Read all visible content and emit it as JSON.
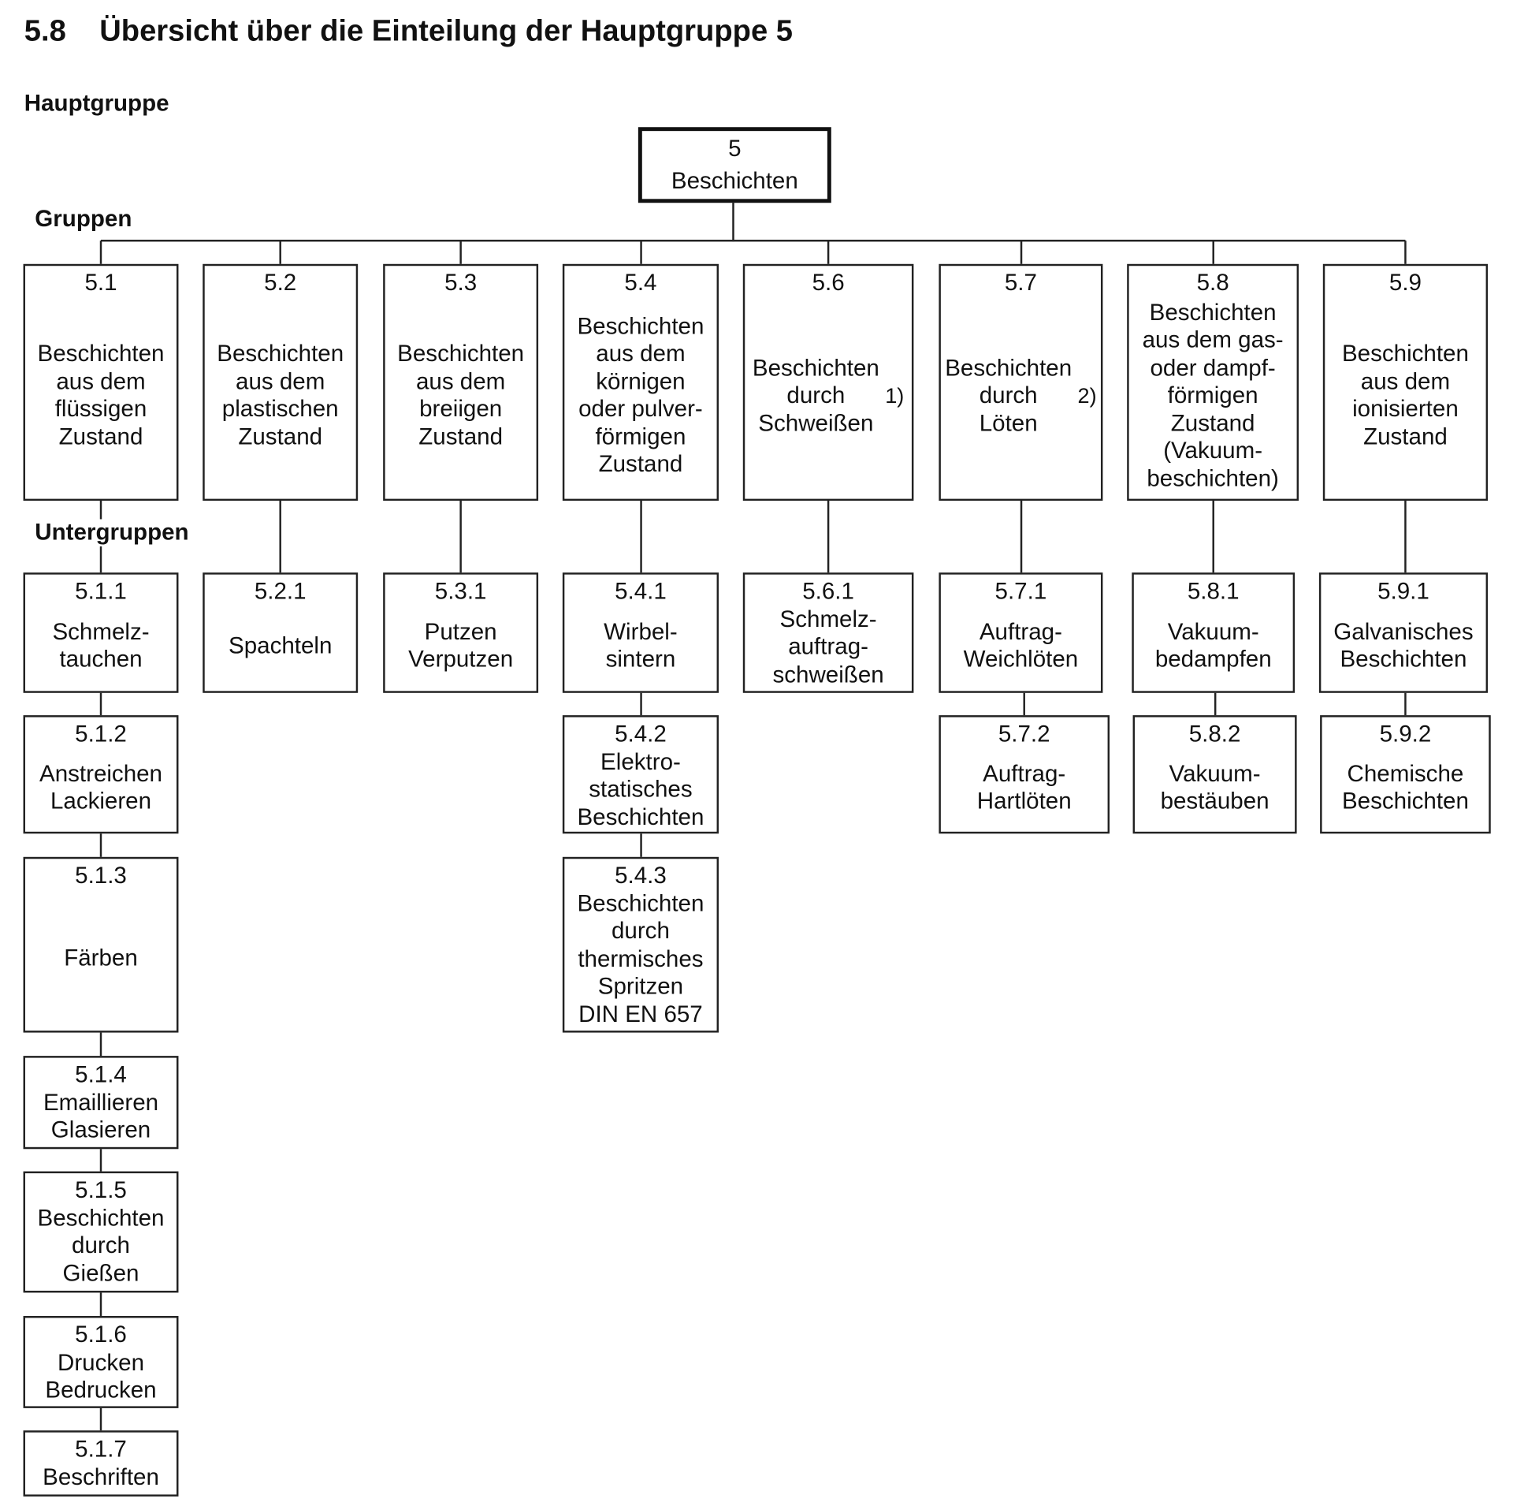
{
  "title": "5.8    Übersicht über die Einteilung der Hauptgruppe 5",
  "labels": {
    "main": "Hauptgruppe",
    "groups": "Gruppen",
    "subgroups": "Untergruppen"
  },
  "main": {
    "number": "5",
    "label": "Beschichten"
  },
  "groups": [
    {
      "number": "5.1",
      "label": "Beschichten\naus dem\nflüssigen\nZustand",
      "subgroups": [
        {
          "number": "5.1.1",
          "label": "Schmelz-\ntauchen"
        },
        {
          "number": "5.1.2",
          "label": "Anstreichen\nLackieren"
        },
        {
          "number": "5.1.3",
          "label": "Färben"
        },
        {
          "number": "5.1.4",
          "label": "Emaillieren\nGlasieren"
        },
        {
          "number": "5.1.5",
          "label": "Beschichten\ndurch\nGießen"
        },
        {
          "number": "5.1.6",
          "label": "Drucken\nBedrucken"
        },
        {
          "number": "5.1.7",
          "label": "Beschriften"
        }
      ]
    },
    {
      "number": "5.2",
      "label": "Beschichten\naus dem\nplastischen\nZustand",
      "subgroups": [
        {
          "number": "5.2.1",
          "label": "Spachteln"
        }
      ]
    },
    {
      "number": "5.3",
      "label": "Beschichten\naus dem\nbreiigen\nZustand",
      "subgroups": [
        {
          "number": "5.3.1",
          "label": "Putzen\nVerputzen"
        }
      ]
    },
    {
      "number": "5.4",
      "label": "Beschichten\naus dem\nkörnigen\noder pulver-\nförmigen\nZustand",
      "subgroups": [
        {
          "number": "5.4.1",
          "label": "Wirbel-\nsintern"
        },
        {
          "number": "5.4.2",
          "label": "Elektro-\nstatisches\nBeschichten"
        },
        {
          "number": "5.4.3",
          "label": "Beschichten\ndurch\nthermisches\nSpritzen\nDIN EN 657"
        }
      ]
    },
    {
      "number": "5.6",
      "label": "Beschichten\ndurch\nSchweißen",
      "footnote": "1)",
      "subgroups": [
        {
          "number": "5.6.1",
          "label": "Schmelz-\nauftrag-\nschweißen"
        }
      ]
    },
    {
      "number": "5.7",
      "label": "Beschichten\ndurch\nLöten",
      "footnote": "2)",
      "subgroups": [
        {
          "number": "5.7.1",
          "label": "Auftrag-\nWeichlöten"
        },
        {
          "number": "5.7.2",
          "label": "Auftrag-\nHartlöten"
        }
      ]
    },
    {
      "number": "5.8",
      "label": "Beschichten\naus dem gas-\noder dampf-\nförmigen\nZustand\n(Vakuum-\nbeschichten)",
      "subgroups": [
        {
          "number": "5.8.1",
          "label": "Vakuum-\nbedampfen"
        },
        {
          "number": "5.8.2",
          "label": "Vakuum-\nbestäuben"
        }
      ]
    },
    {
      "number": "5.9",
      "label": "Beschichten\naus dem\nionisierten\nZustand",
      "subgroups": [
        {
          "number": "5.9.1",
          "label": "Galvanisches\nBeschichten"
        },
        {
          "number": "5.9.2",
          "label": "Chemische\nBeschichten"
        }
      ]
    }
  ]
}
